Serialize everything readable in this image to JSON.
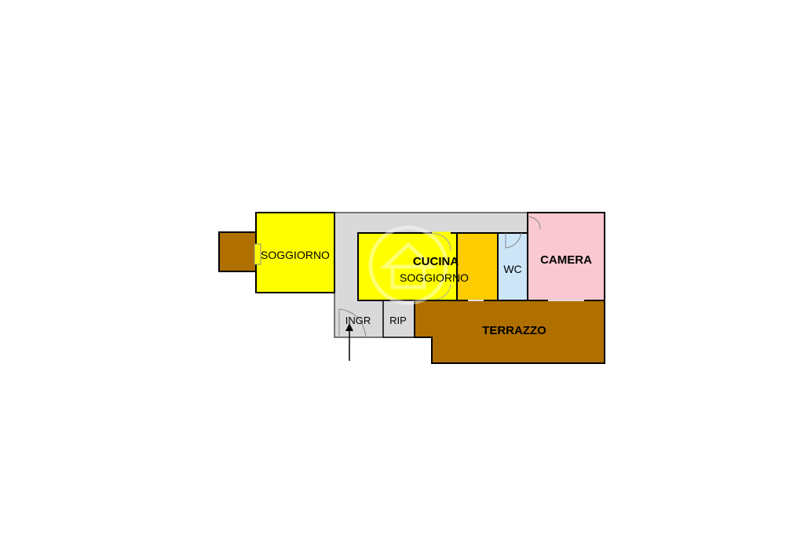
{
  "rooms": {
    "soggiorno": {
      "label": "SOGGIORNO",
      "color": "#ffff00"
    },
    "cucina": {
      "label": "CUCINA",
      "sublabel": "SOGGIORNO",
      "color": "#ffff00"
    },
    "cucina_nook": {
      "color": "#ffcc00"
    },
    "wc": {
      "label": "WC",
      "color": "#cce5f7"
    },
    "camera": {
      "label": "CAMERA",
      "color": "#f9c8d0"
    },
    "terrazzo": {
      "label": "TERRAZZO",
      "color": "#b07000"
    },
    "balcony": {
      "color": "#b07000"
    },
    "ingresso": {
      "label": "INGR"
    },
    "ripostiglio": {
      "label": "RIP"
    },
    "corridor": {
      "color": "#d9d9d9"
    }
  },
  "colors": {
    "wall": "#000000",
    "door": "#c8c8c8",
    "watermark": "#ffffff"
  },
  "icons": {
    "entrance": "up-arrow-icon",
    "watermark": "house-logo-watermark"
  }
}
